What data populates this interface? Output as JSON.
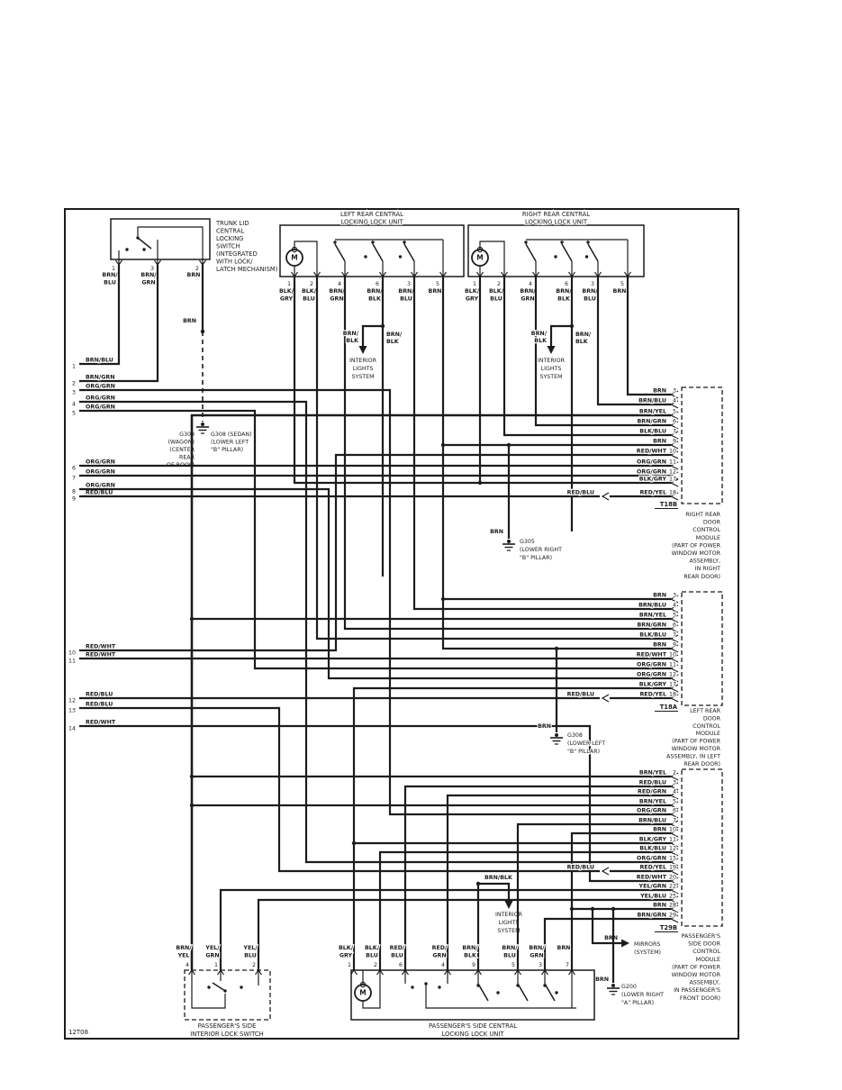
{
  "page": {
    "footer_code": "12T08",
    "ink": "#1c1c1c",
    "bg": "#ffffff"
  },
  "trunk_switch": {
    "title_lines": [
      "TRUNK LID",
      "CENTRAL",
      "LOCKING",
      "SWITCH",
      "(INTEGRATED",
      "WITH LOCK/",
      "LATCH MECHANISM)"
    ],
    "pins": [
      {
        "n": "1",
        "color": [
          "BRN/",
          "BLU"
        ]
      },
      {
        "n": "3",
        "color": [
          "BRN/",
          "GRN"
        ]
      },
      {
        "n": "2",
        "color": [
          "BRN"
        ]
      }
    ],
    "mid_wire_label": "BRN",
    "ground_left_lines": [
      "G309",
      "(WAGON)",
      "(CENTER",
      "REAR",
      "OF ROOF)"
    ],
    "ground_right_lines": [
      "G308 (SEDAN)",
      "(LOWER LEFT",
      "\"B\" PILLAR)"
    ]
  },
  "left_rear_unit": {
    "title_lines": [
      "LEFT REAR CENTRAL",
      "LOCKING LOCK UNIT"
    ],
    "motor_label": "M",
    "pins": [
      {
        "n": "1",
        "color": [
          "BLK/",
          "GRY"
        ]
      },
      {
        "n": "2",
        "color": [
          "BLK/",
          "BLU"
        ]
      },
      {
        "n": "4",
        "color": [
          "BRN/",
          "GRN"
        ]
      },
      {
        "n": "6",
        "color": [
          "BRN/",
          "BLK"
        ]
      },
      {
        "n": "3",
        "color": [
          "BRN/",
          "BLU"
        ]
      },
      {
        "n": "5",
        "color": [
          "BRN"
        ]
      }
    ]
  },
  "right_rear_unit": {
    "title_lines": [
      "RIGHT REAR CENTRAL",
      "LOCKING LOCK UNIT"
    ],
    "motor_label": "M",
    "pins": [
      {
        "n": "1",
        "color": [
          "BLK/",
          "GRY"
        ]
      },
      {
        "n": "2",
        "color": [
          "BLK/",
          "BLU"
        ]
      },
      {
        "n": "4",
        "color": [
          "BRN/",
          "GRN"
        ]
      },
      {
        "n": "6",
        "color": [
          "BRN/",
          "BLK"
        ]
      },
      {
        "n": "3",
        "color": [
          "BRN/",
          "BLU"
        ]
      },
      {
        "n": "5",
        "color": [
          "BRN"
        ]
      }
    ]
  },
  "interior_lights": {
    "wire_label": [
      "BRN/",
      "BLK"
    ],
    "wire_label_inline": "BRN/BLK",
    "target_lines": [
      "INTERIOR",
      "LIGHTS",
      "SYSTEM"
    ]
  },
  "mirrors": {
    "wire_label": "BRN",
    "target_lines": [
      "MIRRORS",
      "(SYSTEM)"
    ]
  },
  "grounds": {
    "g305": {
      "wire_label": "BRN",
      "lines": [
        "G305",
        "(LOWER RIGHT",
        "\"B\" PILLAR)"
      ]
    },
    "g308": {
      "wire_label": "BRN",
      "lines": [
        "G308",
        "(LOWER LEFT",
        "\"B\" PILLAR)"
      ]
    },
    "g200": {
      "wire_label": "BRN",
      "lines": [
        "G200",
        "(LOWER RIGHT",
        "\"A\" PILLAR)"
      ]
    }
  },
  "left_stubs": [
    {
      "n": "1",
      "color": "BRN/BLU"
    },
    {
      "n": "2",
      "color": "BRN/GRN"
    },
    {
      "n": "3",
      "color": "ORG/GRN"
    },
    {
      "n": "4",
      "color": "ORG/GRN"
    },
    {
      "n": "5",
      "color": "ORG/GRN"
    },
    {
      "n": "6",
      "color": "ORG/GRN"
    },
    {
      "n": "7",
      "color": "ORG/GRN"
    },
    {
      "n": "8",
      "color": "ORG/GRN"
    },
    {
      "n": "9",
      "color": "RED/BLU"
    },
    {
      "n": "10",
      "color": "RED/WHT"
    },
    {
      "n": "11",
      "color": "RED/WHT"
    },
    {
      "n": "12",
      "color": "RED/BLU"
    },
    {
      "n": "13",
      "color": "RED/BLU"
    },
    {
      "n": "14",
      "color": "RED/WHT"
    }
  ],
  "connectors": {
    "t18b": {
      "id": "T18B",
      "rows": [
        {
          "color": "BRN",
          "pin": "3"
        },
        {
          "color": "BRN/BLU",
          "pin": "4"
        },
        {
          "color": "BRN/YEL",
          "pin": "5"
        },
        {
          "color": "BRN/GRN",
          "pin": "6"
        },
        {
          "color": "BLK/BLU",
          "pin": "7"
        },
        {
          "color": "BRN",
          "pin": "9"
        },
        {
          "color": "RED/WHT",
          "pin": "10"
        },
        {
          "color": "ORG/GRN",
          "pin": "11"
        },
        {
          "color": "ORG/GRN",
          "pin": "12"
        },
        {
          "color": "BLK/GRY",
          "pin": "17"
        },
        {
          "color": "RED/YEL",
          "pin": "18",
          "inline_label": "RED/BLU"
        }
      ],
      "module_lines": [
        "RIGHT REAR",
        "DOOR",
        "CONTROL",
        "MODULE",
        "(PART OF POWER",
        "WINDOW MOTOR",
        "ASSEMBLY,",
        "IN RIGHT",
        "REAR DOOR)"
      ]
    },
    "t18a": {
      "id": "T18A",
      "rows": [
        {
          "color": "BRN",
          "pin": "3"
        },
        {
          "color": "BRN/BLU",
          "pin": "4"
        },
        {
          "color": "BRN/YEL",
          "pin": "5"
        },
        {
          "color": "BRN/GRN",
          "pin": "6"
        },
        {
          "color": "BLK/BLU",
          "pin": "7"
        },
        {
          "color": "BRN",
          "pin": "9"
        },
        {
          "color": "RED/WHT",
          "pin": "10"
        },
        {
          "color": "ORG/GRN",
          "pin": "11"
        },
        {
          "color": "ORG/GRN",
          "pin": "12"
        },
        {
          "color": "BLK/GRY",
          "pin": "17"
        },
        {
          "color": "RED/YEL",
          "pin": "18",
          "inline_label": "RED/BLU"
        }
      ],
      "module_lines": [
        "LEFT REAR",
        "DOOR",
        "CONTROL",
        "MODULE",
        "(PART OF POWER",
        "WINDOW MOTOR",
        "ASSEMBLY, IN LEFT",
        "REAR DOOR)"
      ]
    },
    "t29b": {
      "id": "T29B",
      "rows": [
        {
          "color": "BRN/YEL",
          "pin": "2"
        },
        {
          "color": "RED/BLU",
          "pin": "3"
        },
        {
          "color": "RED/GRN",
          "pin": "4"
        },
        {
          "color": "BRN/YEL",
          "pin": "5"
        },
        {
          "color": "ORG/GRN",
          "pin": "6"
        },
        {
          "color": "BRN/BLU",
          "pin": "7"
        },
        {
          "color": "BRN",
          "pin": "10"
        },
        {
          "color": "BLK/GRY",
          "pin": "11"
        },
        {
          "color": "BLK/BLU",
          "pin": "12"
        },
        {
          "color": "ORG/GRN",
          "pin": "15"
        },
        {
          "color": "RED/YEL",
          "pin": "19",
          "inline_label": "RED/BLU"
        },
        {
          "color": "RED/WHT",
          "pin": "20"
        },
        {
          "color": "YEL/GRN",
          "pin": "22"
        },
        {
          "color": "YEL/BLU",
          "pin": "25"
        },
        {
          "color": "BRN",
          "pin": "28"
        },
        {
          "color": "BRN/GRN",
          "pin": "29"
        }
      ],
      "module_lines": [
        "PASSENGER'S",
        "SIDE DOOR",
        "CONTROL",
        "MODULE",
        "(PART OF POWER",
        "WINDOW MOTOR",
        "ASSEMBLY,",
        "IN PASSENGER'S",
        "FRONT DOOR)"
      ]
    }
  },
  "passenger_lock_unit": {
    "title_lines": [
      "PASSENGER'S SIDE CENTRAL",
      "LOCKING LOCK UNIT"
    ],
    "motor_label": "M",
    "pins": [
      {
        "n": "1",
        "color": [
          "BLK/",
          "GRY"
        ]
      },
      {
        "n": "2",
        "color": [
          "BLK/",
          "BLU"
        ]
      },
      {
        "n": "6",
        "color": [
          "RED/",
          "BLU"
        ]
      },
      {
        "n": "4",
        "color": [
          "RED/",
          "GRN"
        ]
      },
      {
        "n": "9",
        "color": [
          "BRN/",
          "BLK"
        ]
      },
      {
        "n": "5",
        "color": [
          "BRN/",
          "BLU"
        ]
      },
      {
        "n": "3",
        "color": [
          "BRN/",
          "GRN"
        ]
      },
      {
        "n": "7",
        "color": [
          "BRN"
        ]
      }
    ]
  },
  "interior_lock_switch": {
    "title_lines": [
      "PASSENGER'S SIDE",
      "INTERIOR LOCK SWITCH"
    ],
    "pins": [
      {
        "n": "4",
        "color": [
          "BRN/",
          "YEL"
        ]
      },
      {
        "n": "1",
        "color": [
          "YEL/",
          "GRN"
        ]
      },
      {
        "n": "2",
        "color": [
          "YEL/",
          "BLU"
        ]
      }
    ]
  }
}
